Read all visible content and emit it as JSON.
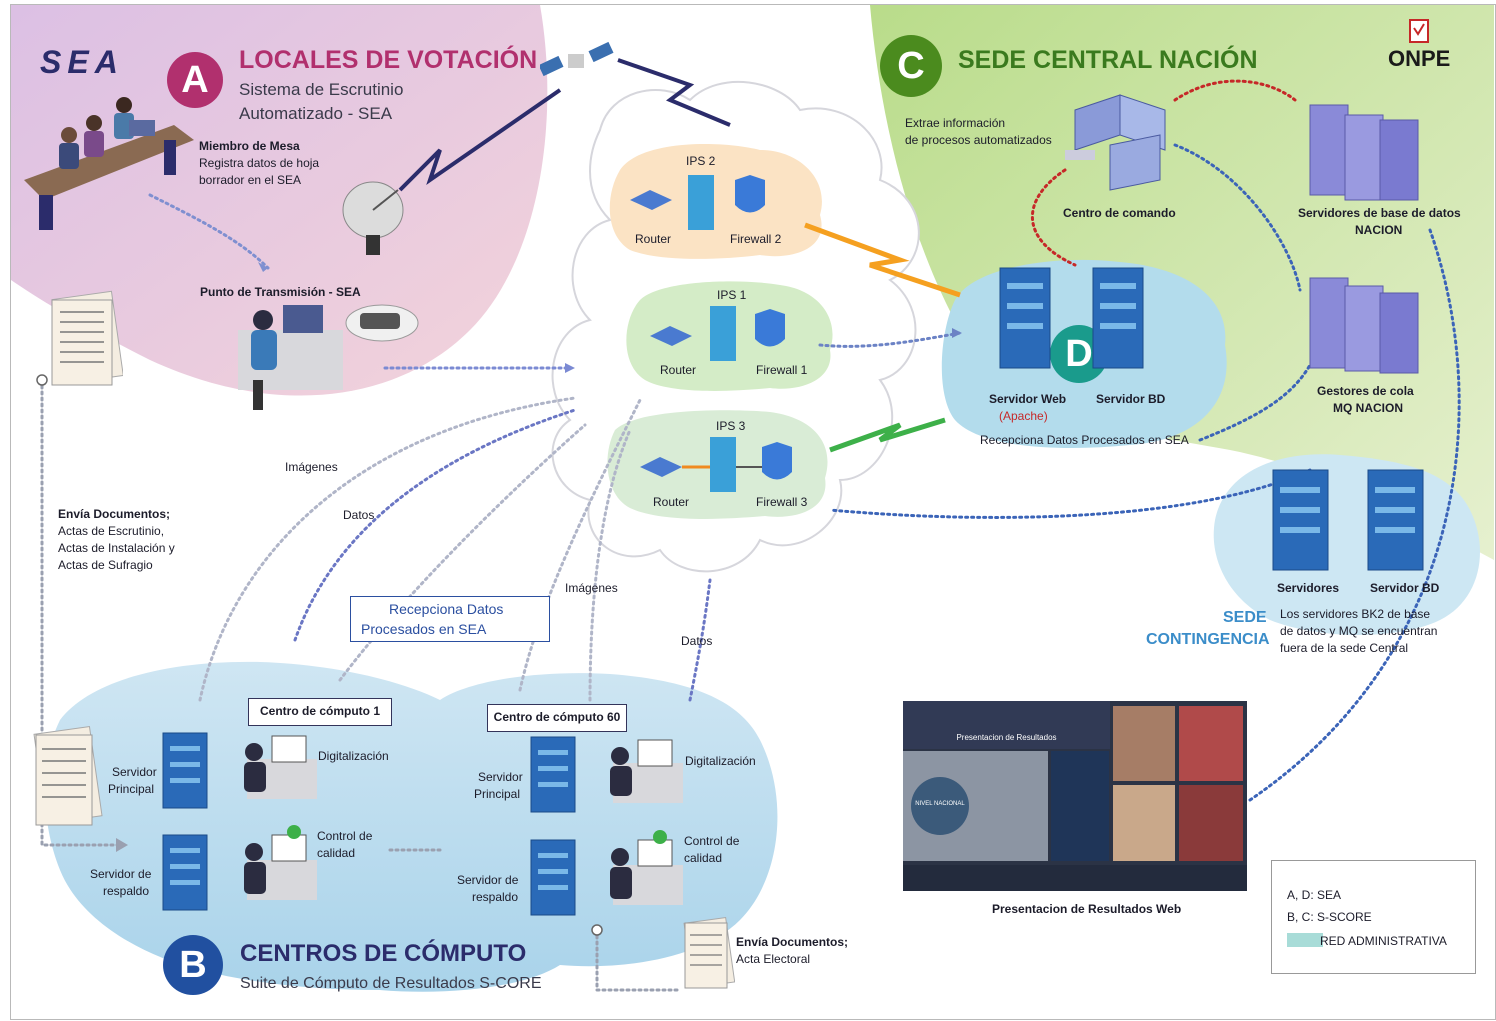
{
  "brand": {
    "sea_logo": "SEA",
    "onpe_logo": "ONPE"
  },
  "section_a": {
    "badge": "A",
    "title": "LOCALES DE VOTACIÓN",
    "subtitle_1": "Sistema de Escrutinio",
    "subtitle_2": "Automatizado - SEA"
  },
  "section_b": {
    "badge": "B",
    "title": "CENTROS DE CÓMPUTO",
    "subtitle": "Suite de Cómputo de Resultados S-CORE"
  },
  "section_c": {
    "badge": "C",
    "title": "SEDE CENTRAL NACIÓN"
  },
  "section_d": {
    "badge": "D"
  },
  "miembro": {
    "title": "Miembro de Mesa",
    "line1": "Registra datos de hoja",
    "line2": "borrador en el SEA"
  },
  "punto_transmision": "Punto de Transmisión - SEA",
  "envia_docs_a": {
    "title": "Envía Documentos;",
    "line1": "Actas de Escrutinio,",
    "line2": "Actas de Instalación y",
    "line3": "Actas de Sufragio"
  },
  "ips2": {
    "title": "IPS 2",
    "router": "Router",
    "firewall": "Firewall 2"
  },
  "ips1": {
    "title": "IPS 1",
    "router": "Router",
    "firewall": "Firewall 1"
  },
  "ips3": {
    "title": "IPS 3",
    "router": "Router",
    "firewall": "Firewall 3"
  },
  "flow_labels": {
    "imagenes_1": "Imágenes",
    "datos_1": "Datos",
    "imagenes_2": "Imágenes",
    "datos_2": "Datos"
  },
  "recepciona_box": {
    "line1": "Recepciona Datos",
    "line2": "Procesados en SEA"
  },
  "sede_central": {
    "extrae_1": "Extrae información",
    "extrae_2": "de procesos automatizados",
    "centro_comando": "Centro de comando",
    "servidores_bd_1": "Servidores de base de datos",
    "servidores_bd_2": "NACION",
    "gestores_1": "Gestores de cola",
    "gestores_2": "MQ NACION",
    "servidor_web": "Servidor Web",
    "apache": "(Apache)",
    "servidor_bd": "Servidor BD",
    "recepciona": "Recepciona Datos Procesados en SEA"
  },
  "contingencia": {
    "servidores": "Servidores",
    "servidor_bd": "Servidor BD",
    "sede_1": "SEDE",
    "sede_2": "CONTINGENCIA",
    "note_1": "Los servidores BK2 de base",
    "note_2": "de datos y MQ se encuentran",
    "note_3": "fuera de la sede Central"
  },
  "cc1": {
    "title": "Centro de cómputo 1",
    "principal_1": "Servidor",
    "principal_2": "Principal",
    "respaldo_1": "Servidor de",
    "respaldo_2": "respaldo",
    "digitalizacion": "Digitalización",
    "control_1": "Control de",
    "control_2": "calidad"
  },
  "cc60": {
    "title": "Centro de cómputo 60",
    "principal_1": "Servidor",
    "principal_2": "Principal",
    "respaldo_1": "Servidor de",
    "respaldo_2": "respaldo",
    "digitalizacion": "Digitalización",
    "control_1": "Control de",
    "control_2": "calidad"
  },
  "envia_docs_b": {
    "title": "Envía Documentos;",
    "line1": "Acta Electoral"
  },
  "presentacion": {
    "caption": "Presentacion de Resultados Web",
    "banner": "Presentacion de Resultados",
    "nivel": "NIVEL NACIONAL"
  },
  "legend": {
    "row1": "A, D:  SEA",
    "row2": "B, C:  S-SCORE",
    "row3": "RED ADMINISTRATIVA"
  },
  "colors": {
    "navy": "#2b2c6b",
    "magenta": "#c2185b",
    "green_bg": "#cfe3a8",
    "pink_bg": "#ecc6d6",
    "blue_bg": "#bcdcef",
    "teal": "#1a9b8c",
    "legend_teal": "#a8dcd8"
  }
}
